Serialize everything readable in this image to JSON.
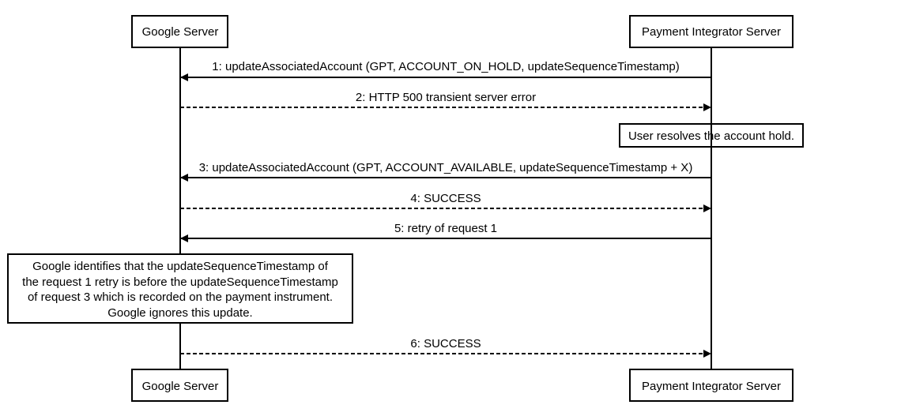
{
  "participants": {
    "google": "Google Server",
    "integrator": "Payment Integrator Server"
  },
  "messages": [
    {
      "label": "1: updateAssociatedAccount (GPT, ACCOUNT_ON_HOLD, updateSequenceTimestamp)",
      "from": "integrator",
      "to": "google",
      "style": "solid"
    },
    {
      "label": "2: HTTP 500 transient server error",
      "from": "google",
      "to": "integrator",
      "style": "dashed"
    },
    {
      "label": "3: updateAssociatedAccount (GPT, ACCOUNT_AVAILABLE, updateSequenceTimestamp + X)",
      "from": "integrator",
      "to": "google",
      "style": "solid"
    },
    {
      "label": "4: SUCCESS",
      "from": "google",
      "to": "integrator",
      "style": "dashed"
    },
    {
      "label": "5: retry of request 1",
      "from": "integrator",
      "to": "google",
      "style": "solid"
    },
    {
      "label": "6: SUCCESS",
      "from": "google",
      "to": "integrator",
      "style": "dashed"
    }
  ],
  "notes": {
    "user_resolves": "User resolves the account hold.",
    "google_ignores": [
      "Google identifies that the updateSequenceTimestamp of",
      "the request 1 retry is before the updateSequenceTimestamp",
      "of request 3 which is recorded on the payment instrument.",
      "Google ignores this update."
    ]
  }
}
